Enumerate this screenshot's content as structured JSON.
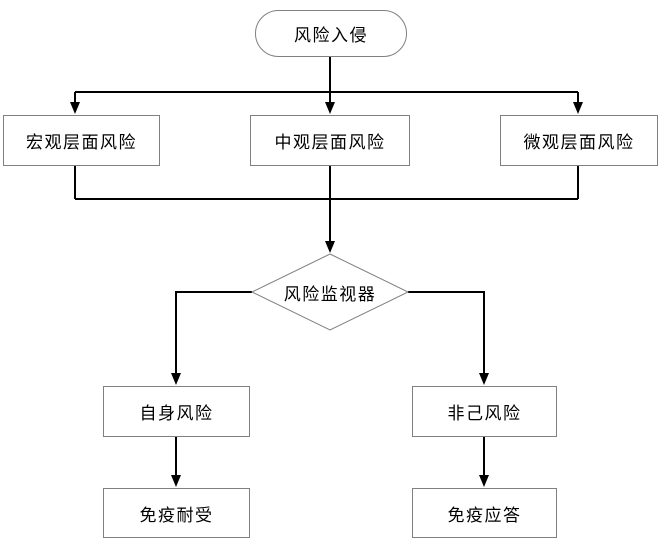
{
  "diagram": {
    "title": "risk-immune flowchart",
    "colors": {
      "background": "#ffffff",
      "line": "#000000",
      "box_border": "#808080",
      "text": "#000000"
    },
    "nodes": {
      "start": {
        "label": "风险入侵",
        "type": "terminator"
      },
      "macro": {
        "label": "宏观层面风险",
        "type": "process"
      },
      "meso": {
        "label": "中观层面风险",
        "type": "process"
      },
      "micro": {
        "label": "微观层面风险",
        "type": "process"
      },
      "monitor": {
        "label": "风险监视器",
        "type": "decision"
      },
      "self_risk": {
        "label": "自身风险",
        "type": "process"
      },
      "nonself_risk": {
        "label": "非己风险",
        "type": "process"
      },
      "tolerance": {
        "label": "免疫耐受",
        "type": "process"
      },
      "response": {
        "label": "免疫应答",
        "type": "process"
      }
    },
    "edges": [
      {
        "from": "start",
        "to": "macro"
      },
      {
        "from": "start",
        "to": "meso"
      },
      {
        "from": "start",
        "to": "micro"
      },
      {
        "from": "macro",
        "to": "monitor"
      },
      {
        "from": "meso",
        "to": "monitor"
      },
      {
        "from": "micro",
        "to": "monitor"
      },
      {
        "from": "monitor",
        "to": "self_risk"
      },
      {
        "from": "monitor",
        "to": "nonself_risk"
      },
      {
        "from": "self_risk",
        "to": "tolerance"
      },
      {
        "from": "nonself_risk",
        "to": "response"
      }
    ]
  }
}
